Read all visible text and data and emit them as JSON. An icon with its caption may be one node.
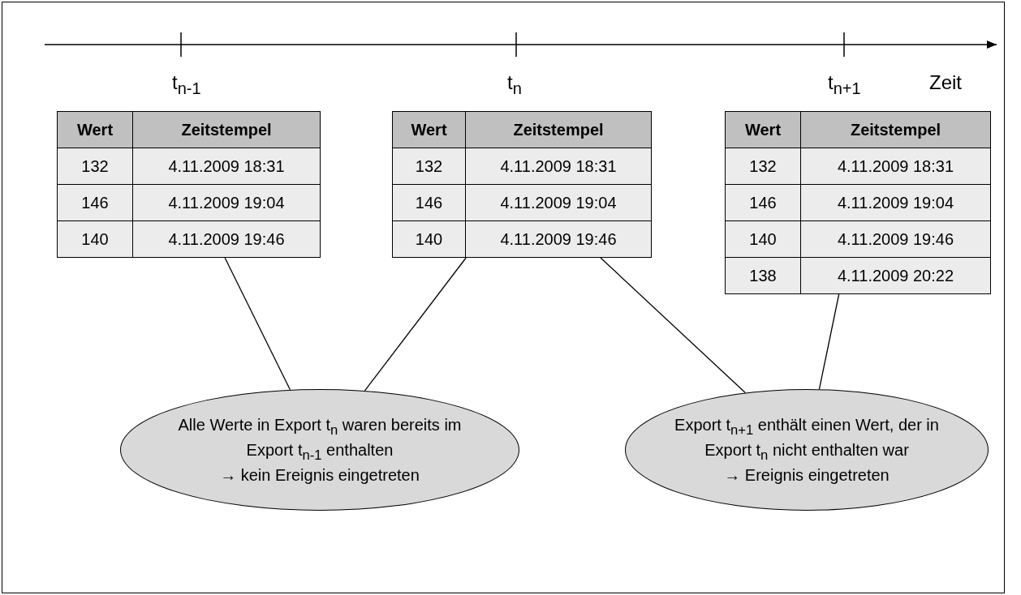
{
  "diagram": {
    "nodes": [
      {
        "text": [
          "Wert",
          "Zeitstempel",
          "132",
          "4.11.2009 18:31",
          "146",
          "4.11.2009 19:04",
          "140",
          "4.11.2009 19:46"
        ]
      },
      {
        "text": [
          "Wert",
          "Zeitstempel",
          "132",
          "4.11.2009 18:31",
          "146",
          "4.11.2009 19:04",
          "140",
          "4.11.2009 19:46"
        ]
      },
      {
        "text": [
          "Wert",
          "Zeitstempel",
          "132",
          "4.11.2009 18:31",
          "146",
          "4.11.2009 19:04",
          "140",
          "4.11.2009 19:46",
          "138",
          "4.11.2009 20:22"
        ]
      },
      {
        "text": [
          "Alle Werte in Export t$_{n}$ waren bereits im Export t$_{n-1}$ enthalten",
          "→ kein Ereignis eingetreten"
        ]
      },
      {
        "text": [
          "Export t$_{n+1}$ enthält einen Wert, der in Export t$_{n}$ nicht enthalten war",
          "→ Ereignis eingetreten"
        ]
      }
    ],
    "edges": [
      {
        "from": 0,
        "to": 3,
        "arrow": "none"
      },
      {
        "from": 1,
        "to": 3,
        "arrow": "none"
      },
      {
        "from": 1,
        "to": 4,
        "arrow": "none"
      },
      {
        "from": 2,
        "to": 4,
        "arrow": "none"
      }
    ],
    "labels": [
      "t$_{n-1}$",
      "t$_{n}$",
      "t$_{n+1}$",
      "Zeit"
    ]
  }
}
